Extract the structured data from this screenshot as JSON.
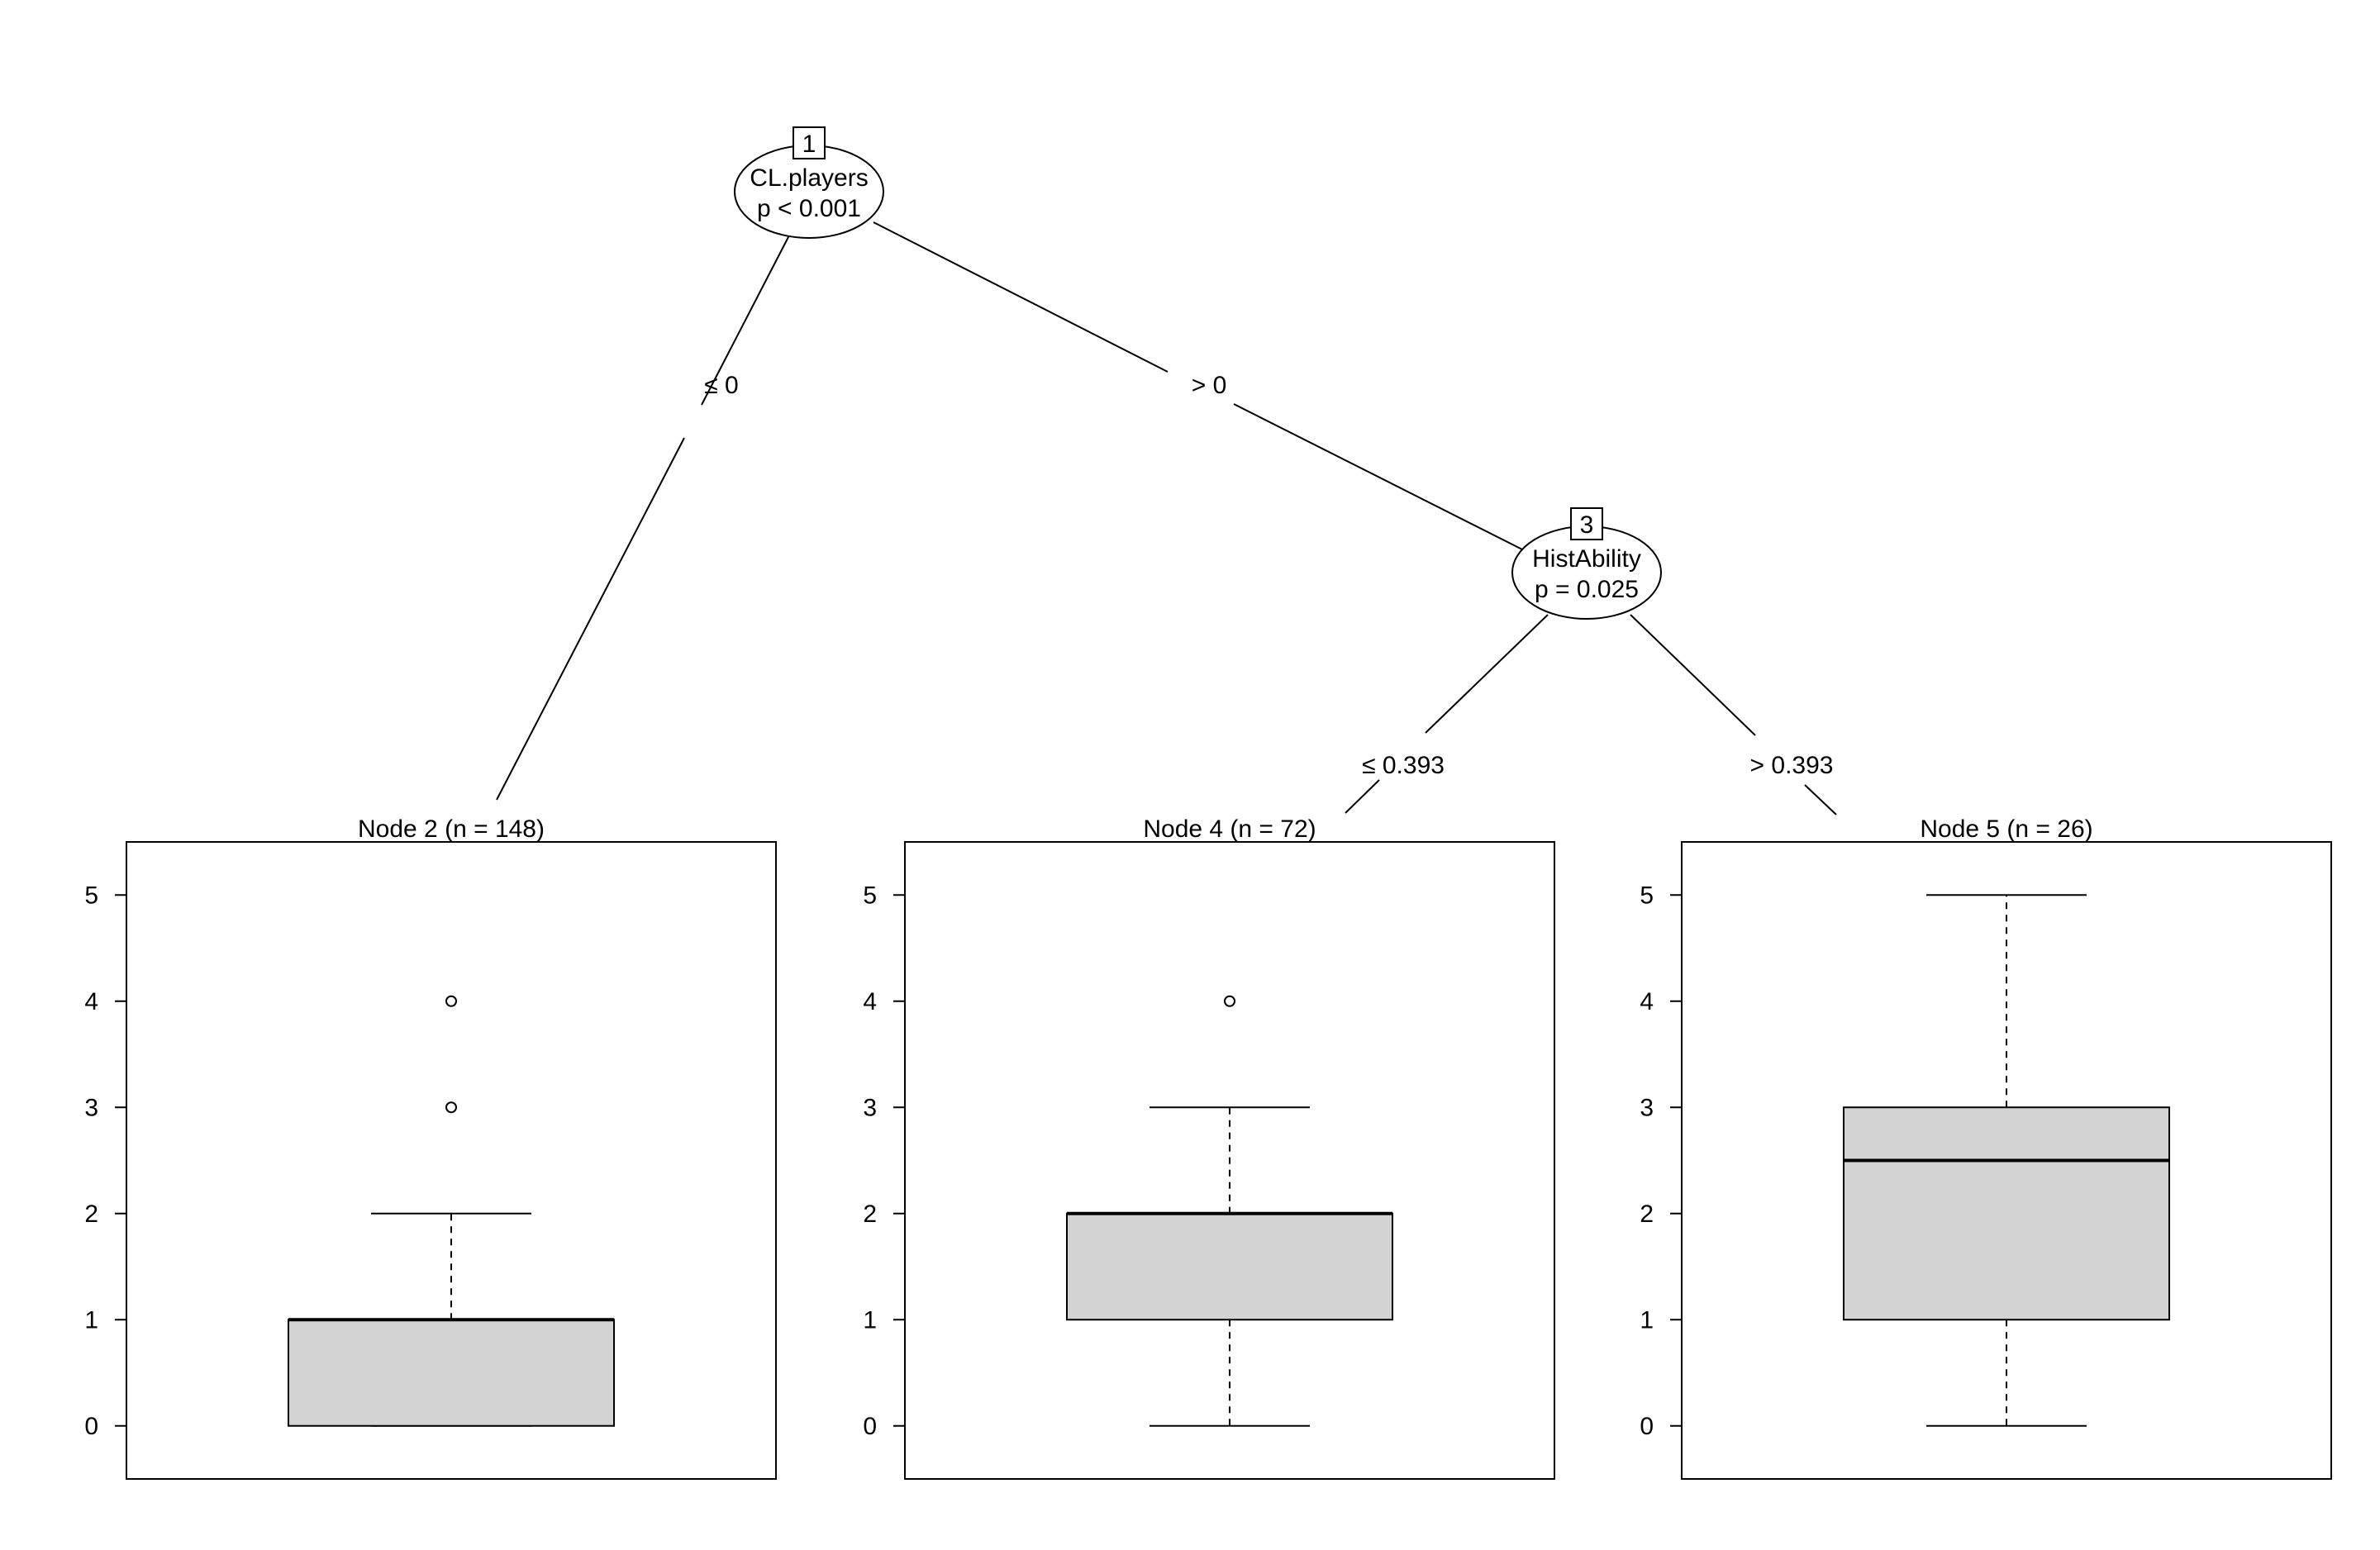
{
  "chart_data": {
    "type": "decision-tree-boxplot",
    "inner_nodes": [
      {
        "id": "1",
        "variable": "CL.players",
        "p_value": "p < 0.001"
      },
      {
        "id": "3",
        "variable": "HistAbility",
        "p_value": "p = 0.025"
      }
    ],
    "edges": [
      {
        "from": "1",
        "to": "2",
        "label": "≤ 0"
      },
      {
        "from": "1",
        "to": "3",
        "label": "> 0"
      },
      {
        "from": "3",
        "to": "4",
        "label": "≤ 0.393"
      },
      {
        "from": "3",
        "to": "5",
        "label": "> 0.393"
      }
    ],
    "terminal_nodes": [
      {
        "id": "2",
        "title": "Node 2 (n = 148)",
        "n": 148,
        "boxplot": {
          "lower_whisker": 0,
          "q1": 0,
          "median": 1,
          "q3": 1,
          "upper_whisker": 2,
          "outliers": [
            3,
            4
          ]
        }
      },
      {
        "id": "4",
        "title": "Node 4 (n = 72)",
        "n": 72,
        "boxplot": {
          "lower_whisker": 0,
          "q1": 1,
          "median": 2,
          "q3": 2,
          "upper_whisker": 3,
          "outliers": [
            4
          ]
        }
      },
      {
        "id": "5",
        "title": "Node 5 (n = 26)",
        "n": 26,
        "boxplot": {
          "lower_whisker": 0,
          "q1": 1,
          "median": 2.5,
          "q3": 3,
          "upper_whisker": 5,
          "outliers": []
        }
      }
    ],
    "y_ticks": [
      "0",
      "1",
      "2",
      "3",
      "4",
      "5"
    ],
    "ylim": [
      -0.5,
      5.5
    ],
    "box_fill": "#d3d3d3"
  }
}
